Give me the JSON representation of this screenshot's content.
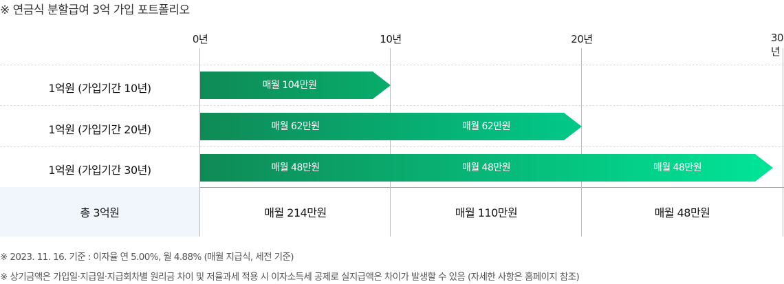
{
  "title": "※ 연금식 분할급여 3억 가입 포트폴리오",
  "axis": [
    "0년",
    "10년",
    "20년",
    "30년"
  ],
  "rows": [
    {
      "label": "1억원 (가입기간 10년)",
      "periods": 1,
      "segments": [
        "매월 104만원"
      ]
    },
    {
      "label": "1억원 (가입기간 20년)",
      "periods": 2,
      "segments": [
        "매월 62만원",
        "매월 62만원"
      ]
    },
    {
      "label": "1억원 (가입기간 30년)",
      "periods": 3,
      "segments": [
        "매월 48만원",
        "매월 48만원",
        "매월 48만원"
      ]
    }
  ],
  "total": {
    "label": "총 3억원",
    "values": [
      "매월 214만원",
      "매월 110만원",
      "매월 48만원"
    ]
  },
  "footnotes": [
    "※ 2023. 11. 16. 기준 : 이자율 연 5.00%, 월 4.88% (매월 지급식, 세전 기준)",
    "※ 상기금액은 가입일·지급일·지급회차별 원리금 차이 및 저율과세 적용 시 이자소득세 공제로 실지급액은 차이가 발생할 수 있음 (자세한 사항은 홈페이지 참조)"
  ],
  "colors": {
    "bar_start": "#0f8a56",
    "bar_end": "#00e598",
    "total_bg": "#f1f6fd"
  }
}
